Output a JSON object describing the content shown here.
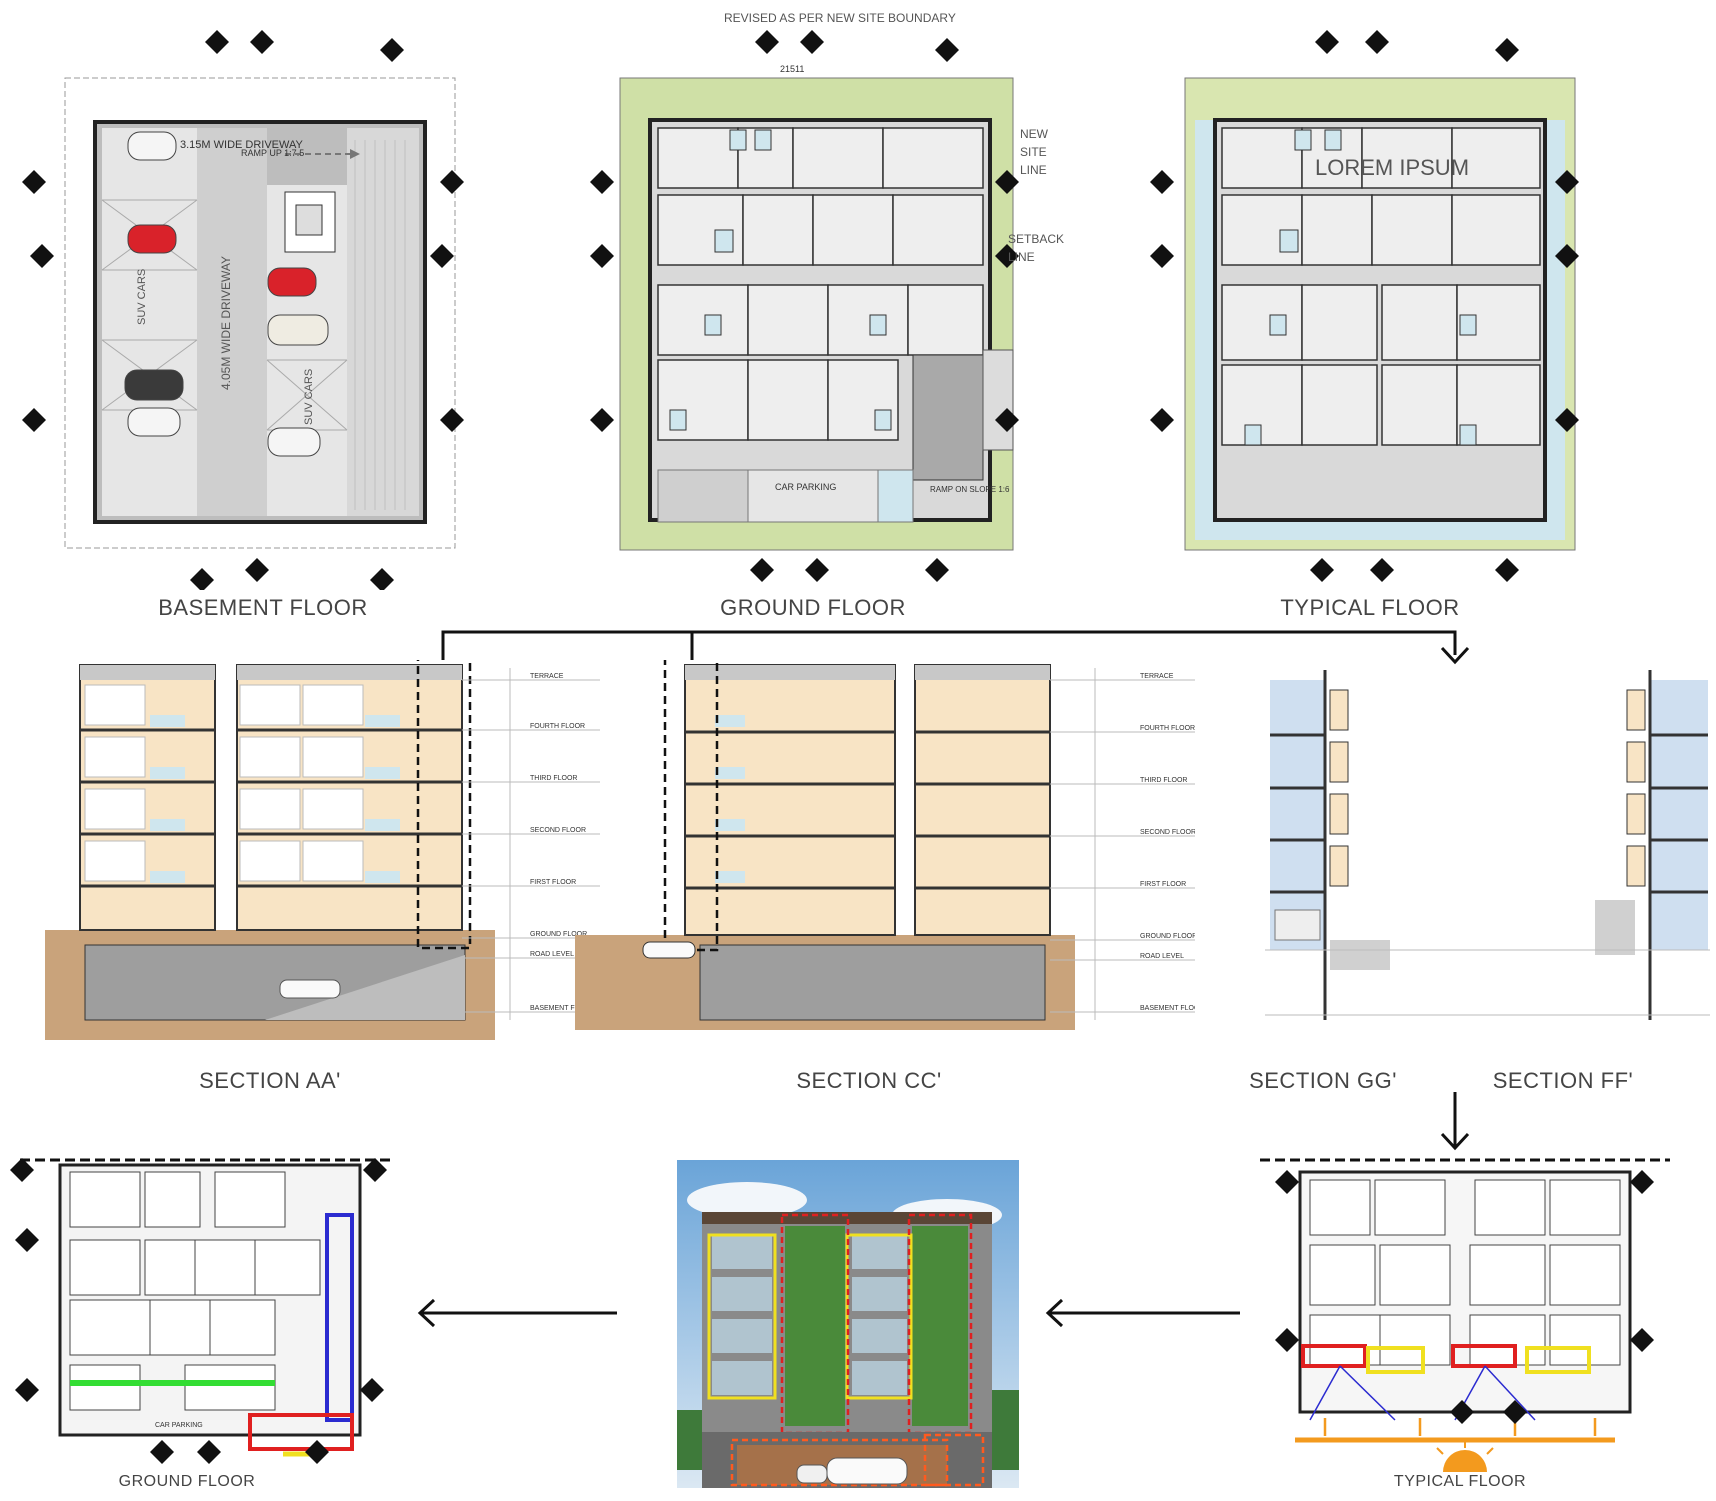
{
  "header": {
    "revision_note": "REVISED AS PER NEW SITE BOUNDARY"
  },
  "plans": {
    "basement": {
      "title": "BASEMENT FLOOR",
      "driveway_note": "3.15M WIDE DRIVEWAY",
      "ramp_note": "RAMP UP 1:7.5",
      "driveway_center": "4.05M WIDE DRIVEWAY",
      "parking_left": "SUV CARS",
      "parking_right": "SUV CARS"
    },
    "ground": {
      "title": "GROUND FLOOR",
      "dim_top": "21511",
      "new_site_line": "NEW SITE LINE",
      "setback_line": "SETBACK LINE",
      "car_parking": "CAR PARKING",
      "ramp_note": "RAMP ON SLOPE 1:6"
    },
    "typical": {
      "title": "TYPICAL FLOOR",
      "watermark": "LOREM IPSUM"
    }
  },
  "sections": {
    "aa": {
      "title": "SECTION AA'"
    },
    "cc": {
      "title": "SECTION CC'"
    },
    "gg": {
      "title": "SECTION GG'"
    },
    "ff": {
      "title": "SECTION FF'"
    }
  },
  "level_labels": [
    "TERRACE",
    "FOURTH FLOOR",
    "THIRD FLOOR",
    "SECOND FLOOR",
    "FIRST FLOOR",
    "GROUND FLOOR",
    "ROAD LEVEL",
    "BASEMENT FLOOR"
  ],
  "bottom": {
    "ground_title": "GROUND FLOOR",
    "ground_car_parking": "CAR PARKING",
    "typical_title": "TYPICAL FLOOR"
  },
  "colors": {
    "lawn": "#cfe0a6",
    "balcony": "#cfe6ee",
    "room_fill": "#f8e4c5",
    "soil": "#c9a37b",
    "highlight_red": "#e02020",
    "highlight_yellow": "#f0e020",
    "highlight_blue": "#2b2bd0",
    "highlight_green": "#33dd33",
    "sun_orange": "#f39a1e"
  }
}
